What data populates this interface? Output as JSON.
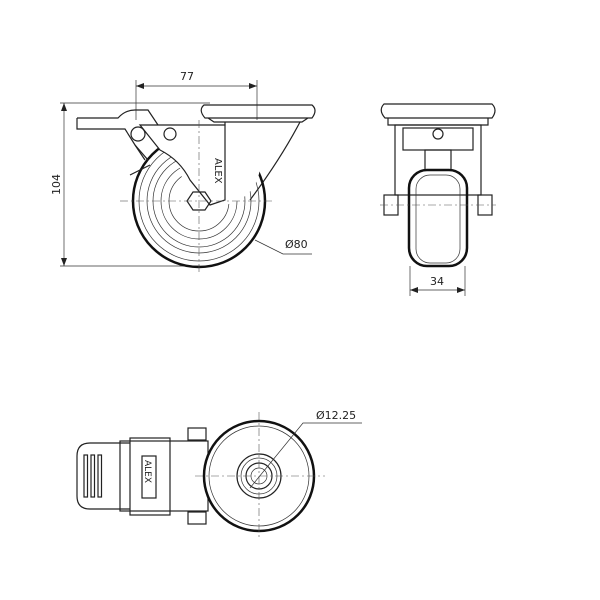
{
  "dimensions": {
    "offset": "77",
    "height": "104",
    "wheel_diameter": "Ø80",
    "wheel_width": "34",
    "bore_diameter": "Ø12.25"
  },
  "brand": "ALEX",
  "colors": {
    "line": "#222222",
    "background": "#ffffff"
  }
}
